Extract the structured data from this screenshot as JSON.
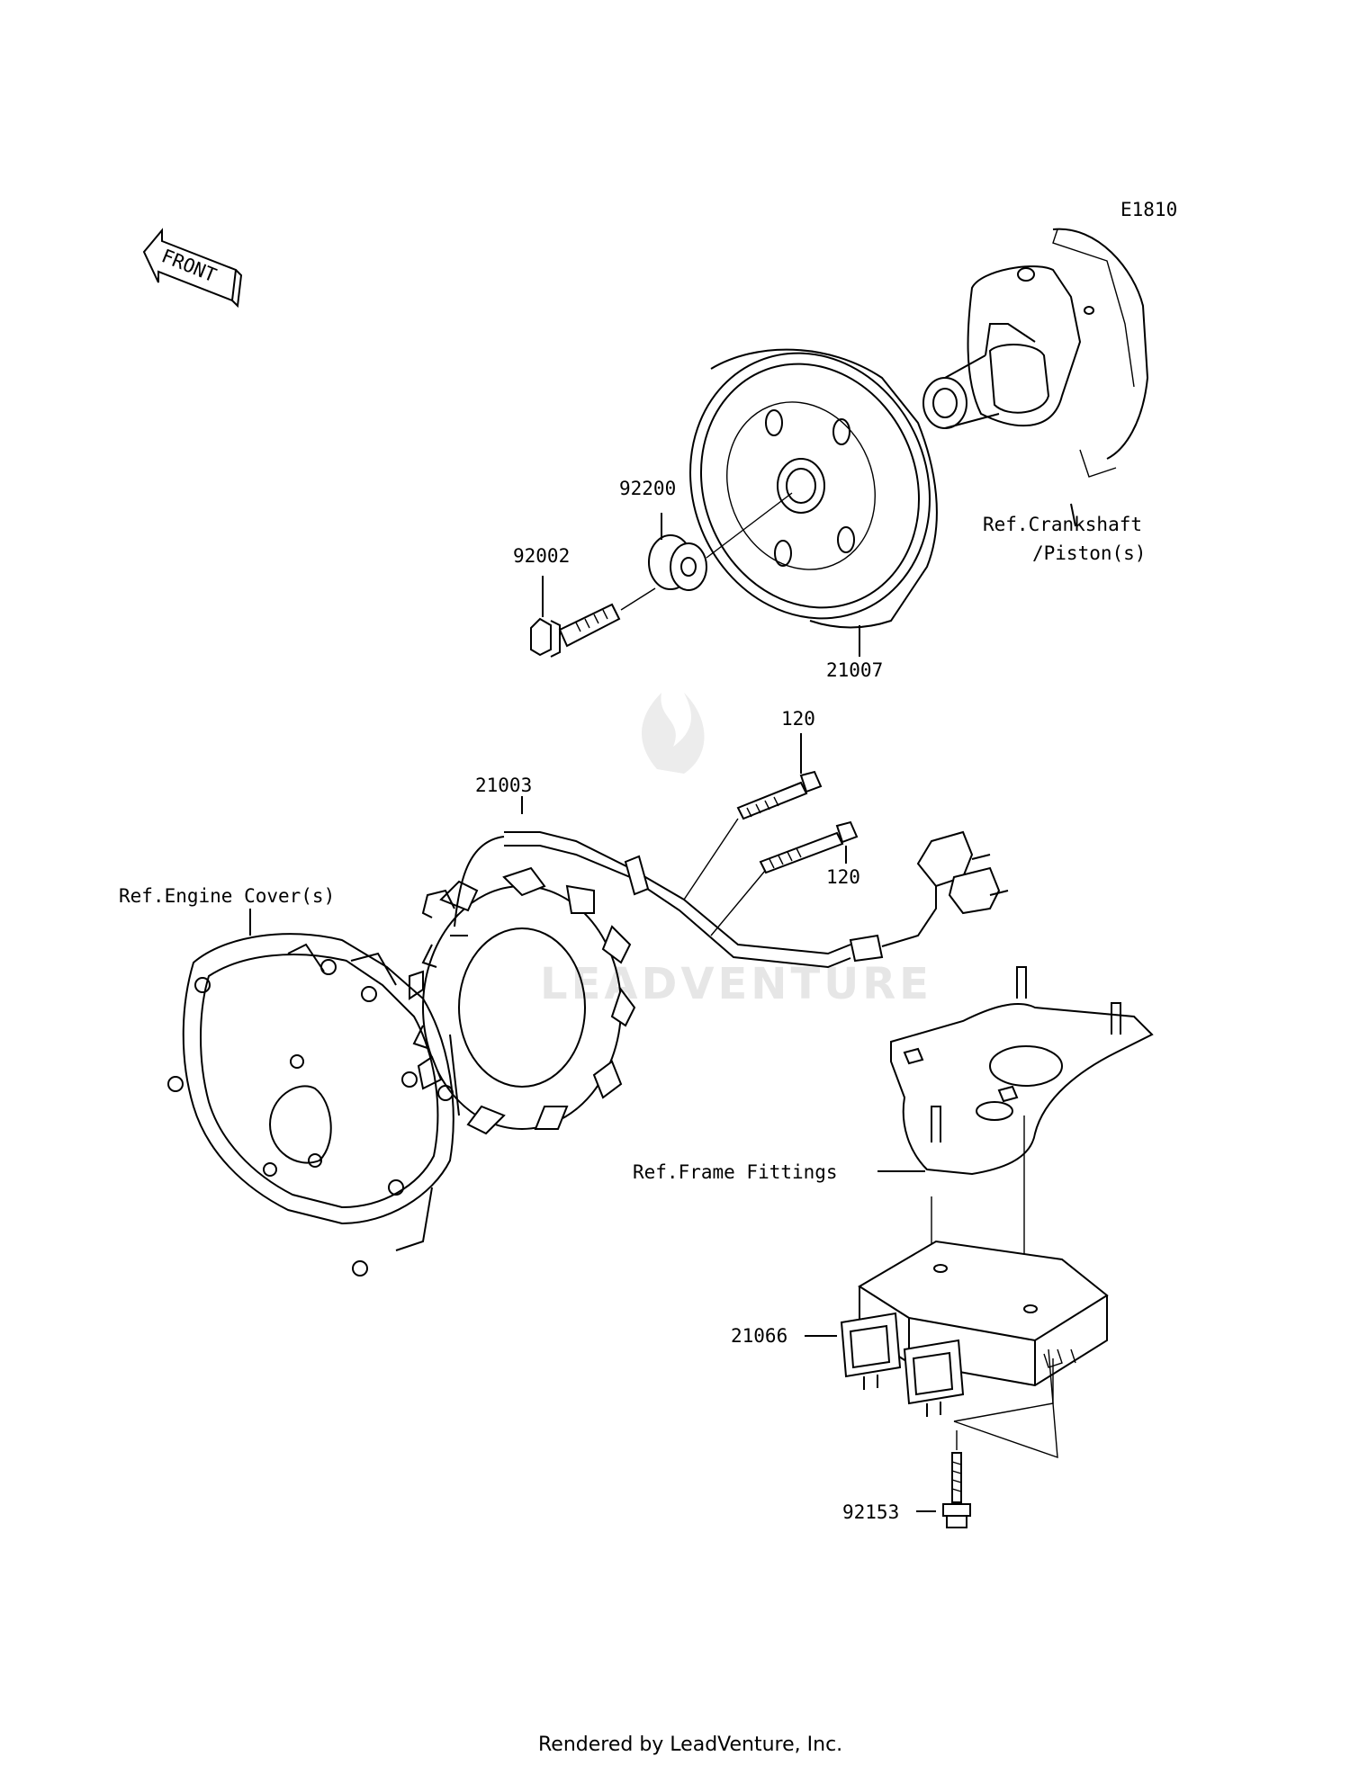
{
  "diagram_code": "E1810",
  "front_label": "FRONT",
  "watermark": "LEADVENTURE",
  "footer": "Rendered by LeadVenture, Inc.",
  "parts": {
    "p92002": "92002",
    "p92200": "92200",
    "p21007": "21007",
    "p120a": "120",
    "p120b": "120",
    "p21003": "21003",
    "p21066": "21066",
    "p92153": "92153"
  },
  "references": {
    "crankshaft_line1": "Ref.Crankshaft",
    "crankshaft_line2": "/Piston(s)",
    "engine_cover": "Ref.Engine Cover(s)",
    "frame_fittings": "Ref.Frame Fittings"
  }
}
